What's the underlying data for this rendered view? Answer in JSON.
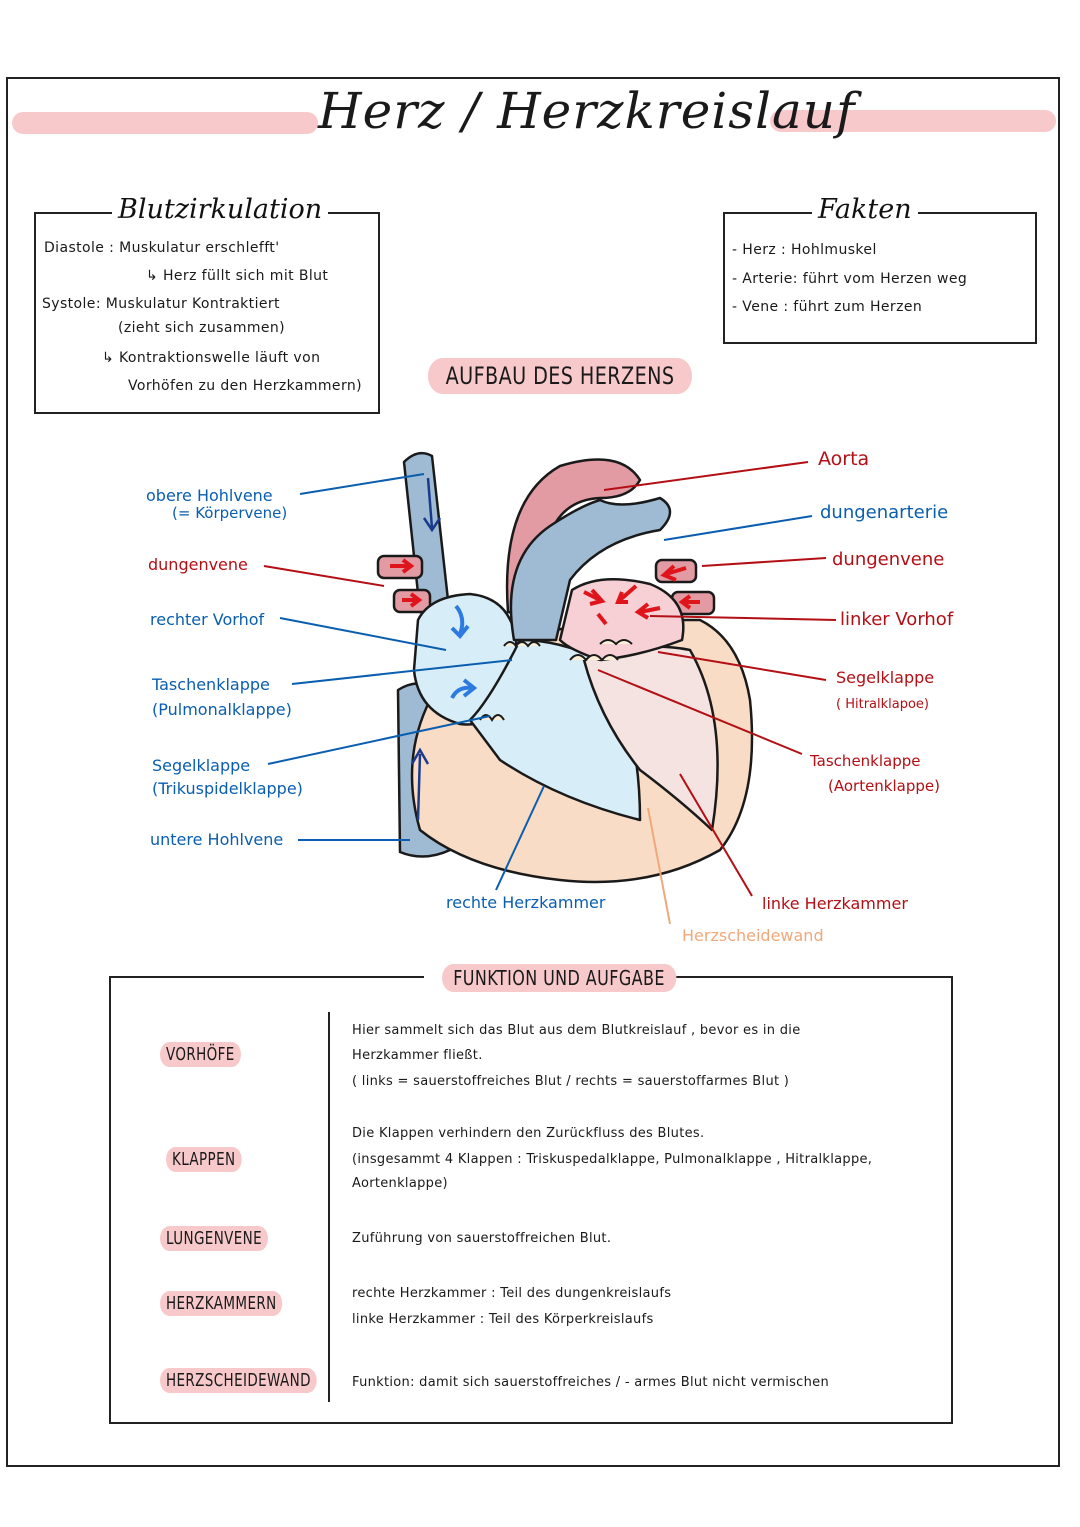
{
  "title": "Herz / Herzkreislauf",
  "blutzirkulation": {
    "heading": "Blutzirkulation",
    "lines": [
      "Diastole :   Muskulatur  erschlefft'",
      "↳  Herz  füllt  sich  mit  Blut",
      "Systole:  Muskulatur  Kontraktiert",
      "(zieht  sich  zusammen)",
      "↳  Kontraktionswelle  läuft  von",
      "Vorhöfen  zu den  Herzkammern)"
    ]
  },
  "fakten": {
    "heading": "Fakten",
    "lines": [
      "-   Herz :   Hohlmuskel",
      "-   Arterie:  führt  vom  Herzen  weg",
      "-   Vene :   führt   zum  Herzen"
    ]
  },
  "aufbau_heading": "AUFBAU DES HERZENS",
  "diagram_labels": {
    "obere_hohlvene": "obere Hohlvene",
    "koerpervene": "(= Körpervene)",
    "lungenvene_left": "dungenvene",
    "rechter_vorhof": "rechter Vorhof",
    "taschenklappe_left": "Taschenklappe",
    "pulmonalklappe": "(Pulmonalklappe)",
    "segelklappe_left": "Segelklappe",
    "trikuspidalklappe": "(Trikuspidelklappe)",
    "untere_hohlvene": "untere Hohlvene",
    "aorta": "Aorta",
    "lungenarterie": "dungenarterie",
    "lungenvene_right": "dungenvene",
    "linker_vorhof": "linker Vorhof",
    "segelklappe_right": "Segelklappe",
    "mitralklappe": "( Hitralklapoe)",
    "taschenklappe_right": "Taschenklappe",
    "aortenklappe": "(Aortenklappe)",
    "rechte_herzkammer": "rechte Herzkammer",
    "linke_herzkammer": "linke  Herzkammer",
    "herzscheidewand": "Herzscheidewand"
  },
  "funktion": {
    "heading": "FUNKTION UND AUFGABE",
    "rows": [
      {
        "term": "VORHÖFE",
        "lines": [
          "Hier  sammelt   sich  das   Blut  aus   dem   Blutkreislauf  ,  bevor  es in die",
          "Herzkammer  fließt.",
          "( links  =  sauerstoffreiches  Blut   /   rechts   =   sauerstoffarmes  Blut )"
        ]
      },
      {
        "term": "KLAPPEN",
        "lines": [
          "Die   Klappen   verhindern   den  Zurückfluss   des  Blutes.",
          "(insgesammt  4  Klappen :  Triskuspedalklappe, Pulmonalklappe , Hitralklappe,",
          "Aortenklappe)"
        ]
      },
      {
        "term": "LUNGENVENE",
        "lines": [
          "Zuführung   von   sauerstoffreichen  Blut."
        ]
      },
      {
        "term": "HERZKAMMERN",
        "lines": [
          "rechte   Herzkammer  :   Teil  des  dungenkreislaufs",
          "linke  Herzkammer  :   Teil  des  Körperkreislaufs"
        ]
      },
      {
        "term": "HERZSCHEIDEWAND",
        "lines": [
          "Funktion:   damit  sich   sauerstoffreiches  / - armes  Blut   nicht  vermischen"
        ]
      }
    ]
  },
  "colors": {
    "highlight_pink": "#f7c9cb",
    "label_blue": "#0a5eb0",
    "label_red": "#b30f14",
    "septum_peach": "#f0a87a",
    "vein_blue": "#9fbad3",
    "artery_red": "#e29aa3",
    "atrium_light_blue": "#d7eef8",
    "ventricle_peach": "#f9dcc6"
  }
}
